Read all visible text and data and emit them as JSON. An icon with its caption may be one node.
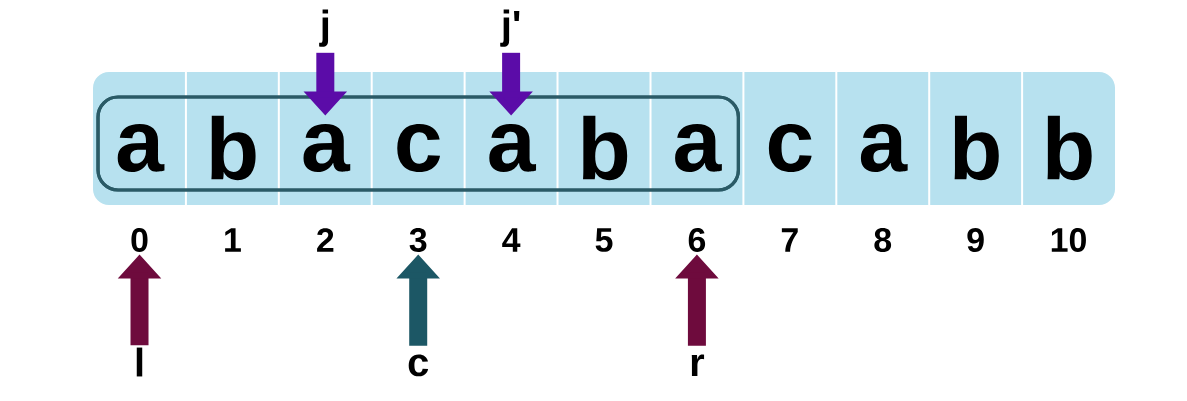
{
  "diagram": {
    "nodes": [
      {
        "text": [],
        "shape": "bar"
      },
      {
        "text": [],
        "shape": "box",
        "in": 0
      },
      {
        "text": [
          "a"
        ],
        "beside": [
          "0"
        ],
        "in": 1
      },
      {
        "text": [
          "b"
        ],
        "beside": [
          "1"
        ],
        "in": 1
      },
      {
        "text": [
          "a"
        ],
        "beside": [
          "2"
        ],
        "in": 1
      },
      {
        "text": [
          "c"
        ],
        "beside": [
          "3"
        ],
        "in": 1
      },
      {
        "text": [
          "a"
        ],
        "beside": [
          "4"
        ],
        "in": 1
      },
      {
        "text": [
          "b"
        ],
        "beside": [
          "5"
        ],
        "in": 1
      },
      {
        "text": [
          "a"
        ],
        "beside": [
          "6"
        ],
        "in": 1
      },
      {
        "text": [
          "c"
        ],
        "beside": [
          "7"
        ],
        "in": 0
      },
      {
        "text": [
          "a"
        ],
        "beside": [
          "8"
        ],
        "in": 0
      },
      {
        "text": [
          "b"
        ],
        "beside": [
          "9"
        ],
        "in": 0
      },
      {
        "text": [
          "b"
        ],
        "beside": [
          "10"
        ],
        "in": 0
      },
      {
        "text": [
          "j"
        ]
      },
      {
        "text": [
          "j'"
        ]
      },
      {
        "text": [
          "l"
        ]
      },
      {
        "text": [
          "c"
        ]
      },
      {
        "text": [
          "r"
        ]
      }
    ],
    "edges": [
      {
        "from": 13,
        "to": 4,
        "arrow": "to",
        "color": "#5b0ca8"
      },
      {
        "from": 14,
        "to": 6,
        "arrow": "to",
        "color": "#5b0ca8"
      },
      {
        "from": 15,
        "to": 2,
        "arrow": "to",
        "color": "#6e0b3d"
      },
      {
        "from": 16,
        "to": 5,
        "arrow": "to",
        "color": "#1c5765"
      },
      {
        "from": 17,
        "to": 8,
        "arrow": "to",
        "color": "#6e0b3d"
      }
    ]
  }
}
